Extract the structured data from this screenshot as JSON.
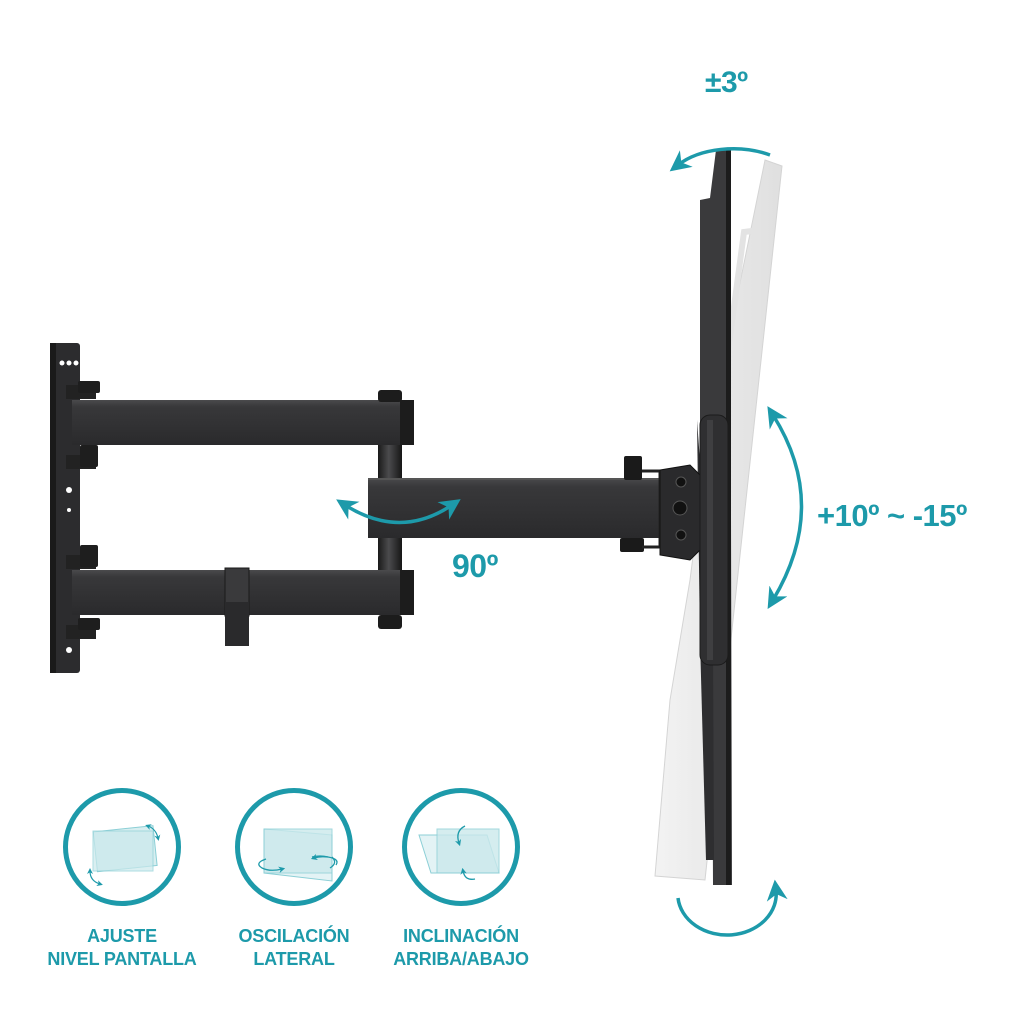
{
  "product": {
    "description": "Full-motion articulating TV wall mount bracket",
    "colors": {
      "accent": "#1d9aaa",
      "metal": "#2a2a2c",
      "ghost": "#e6e6e6",
      "background": "#ffffff"
    }
  },
  "annotations": {
    "level_adjust": "±3º",
    "tilt_range": "+10º ~ -15º",
    "swivel": "90º"
  },
  "features": [
    {
      "icon": "screen-level-rotate-icon",
      "line1": "AJUSTE",
      "line2": "NIVEL PANTALLA"
    },
    {
      "icon": "screen-swivel-icon",
      "line1": "OSCILACIÓN",
      "line2": "LATERAL"
    },
    {
      "icon": "screen-tilt-icon",
      "line1": "INCLINACIÓN",
      "line2": "ARRIBA/ABAJO"
    }
  ]
}
